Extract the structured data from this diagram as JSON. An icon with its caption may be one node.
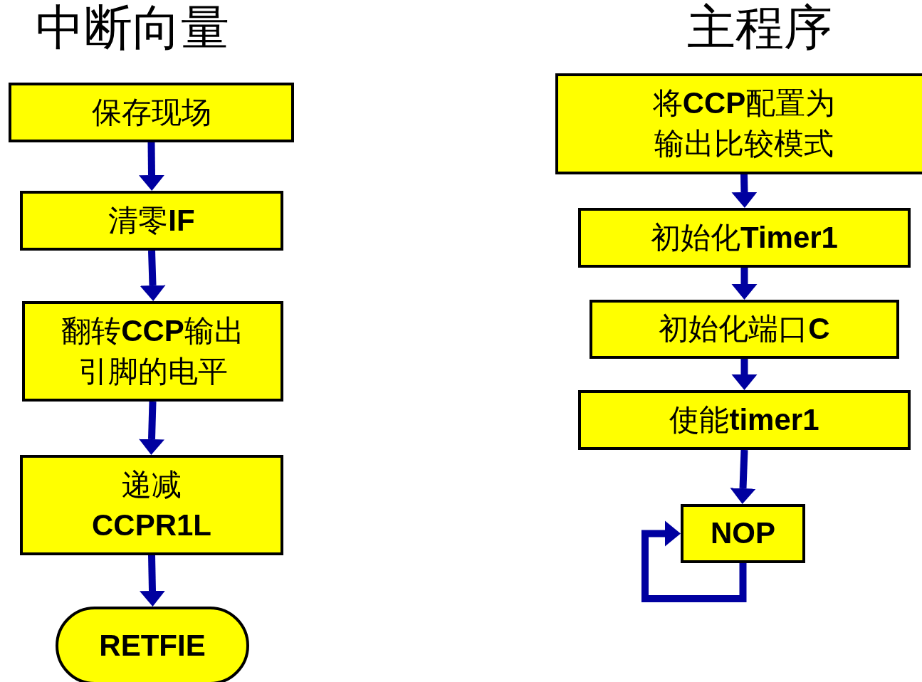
{
  "diagram": {
    "nodes": [
      {
        "text": [
          "保存现场"
        ]
      },
      {
        "text": [
          "清零**IF**"
        ]
      },
      {
        "text": [
          "翻转**CCP**输出引脚的电平"
        ]
      },
      {
        "text": [
          "递减**CCPR1L**"
        ]
      },
      {
        "text": [
          "RETFIE"
        ]
      },
      {
        "text": [
          "将**CCP**配置为输出比较模式"
        ]
      },
      {
        "text": [
          "初始化**Timer1**"
        ]
      },
      {
        "text": [
          "初始化端口**C**"
        ]
      },
      {
        "text": [
          "使能**timer1**"
        ]
      },
      {
        "text": [
          "NOP"
        ]
      }
    ],
    "edges": [
      {
        "from": 0,
        "to": 1,
        "arrow": "to"
      },
      {
        "from": 1,
        "to": 2,
        "arrow": "to"
      },
      {
        "from": 2,
        "to": 3,
        "arrow": "to"
      },
      {
        "from": 3,
        "to": 4,
        "arrow": "to"
      },
      {
        "from": 5,
        "to": 6,
        "arrow": "to"
      },
      {
        "from": 6,
        "to": 7,
        "arrow": "to"
      },
      {
        "from": 7,
        "to": 8,
        "arrow": "to"
      },
      {
        "from": 8,
        "to": 9,
        "arrow": "to"
      },
      {
        "from": 9,
        "to": 9,
        "arrow": "to"
      }
    ],
    "labels": [
      "中断向量",
      "主程序"
    ]
  }
}
